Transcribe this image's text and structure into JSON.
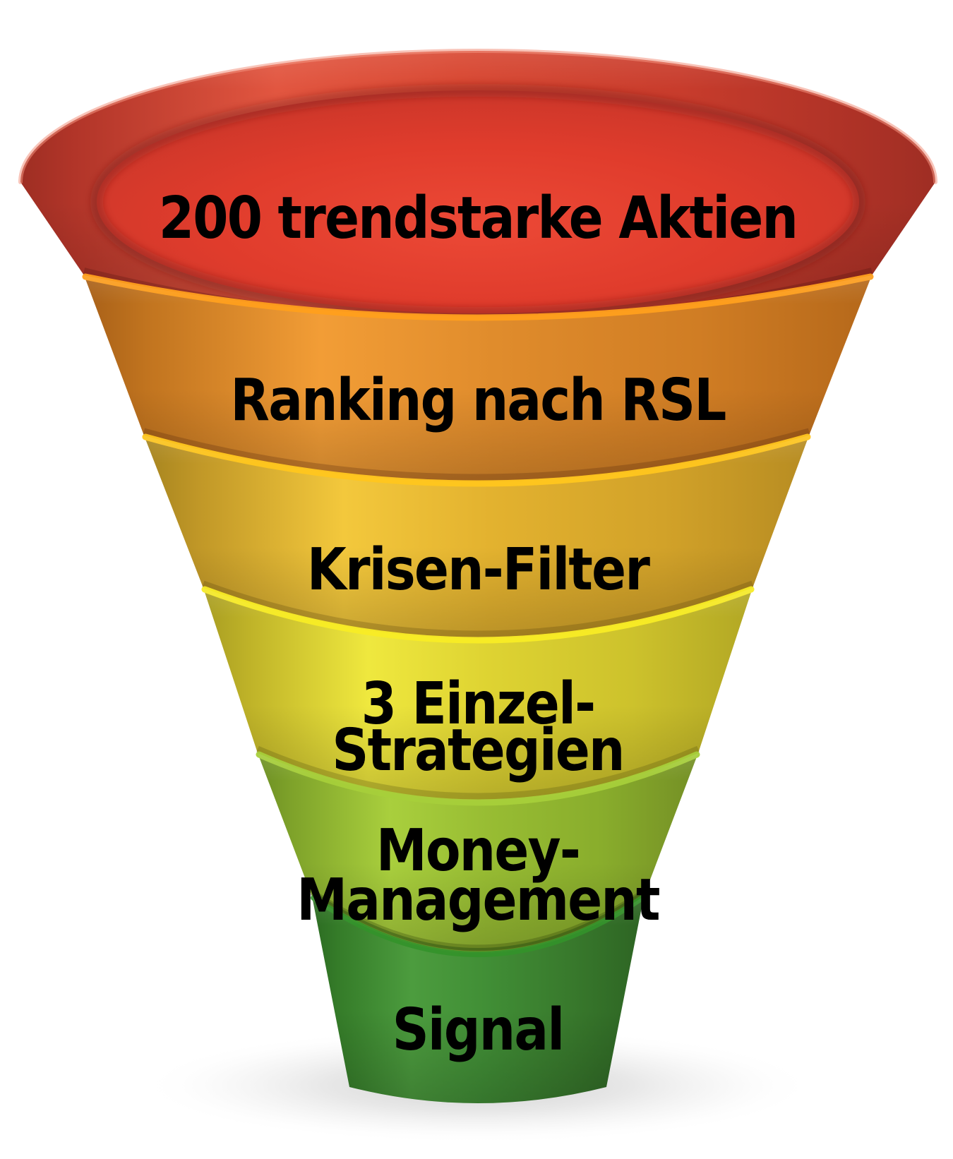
{
  "background_color": "#ffffff",
  "label_text_color": "#000000",
  "funnel": {
    "type": "funnel",
    "stage_count": 6,
    "orientation": "top-wide-to-bottom-narrow",
    "stages": [
      {
        "label": "200 trendstarke Aktien",
        "lines": [
          "200 trendstarke Aktien"
        ],
        "color": "#d23a2b",
        "color_name": "red"
      },
      {
        "label": "Ranking nach RSL",
        "lines": [
          "Ranking nach RSL"
        ],
        "color": "#e08c2c",
        "color_name": "orange"
      },
      {
        "label": "Krisen-Filter",
        "lines": [
          "Krisen-Filter"
        ],
        "color": "#e3b22f",
        "color_name": "gold"
      },
      {
        "label": "3 Einzel-Strategien",
        "lines": [
          "3 Einzel-",
          "Strategien"
        ],
        "color": "#ded332",
        "color_name": "yellow"
      },
      {
        "label": "Money-Management",
        "lines": [
          "Money-",
          "Management"
        ],
        "color": "#98bd33",
        "color_name": "light-green"
      },
      {
        "label": "Signal",
        "lines": [
          "Signal"
        ],
        "color": "#418f36",
        "color_name": "dark-green"
      }
    ]
  }
}
